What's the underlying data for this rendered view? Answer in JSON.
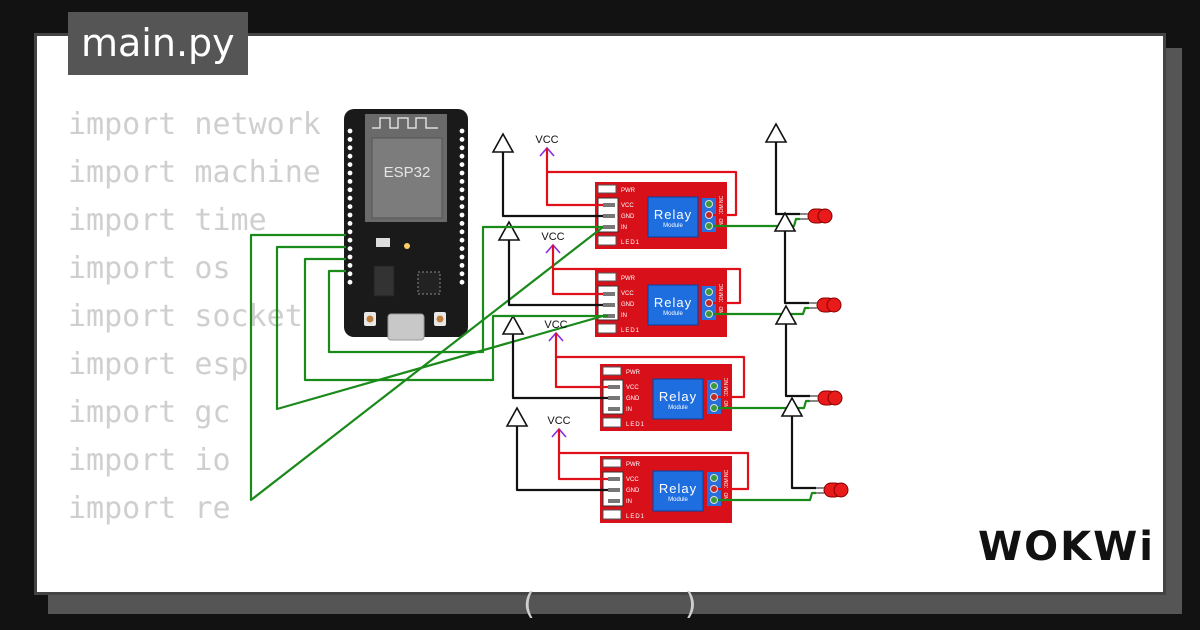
{
  "file_tab": "main.py",
  "code_lines": [
    "import network",
    "import machine",
    "import time",
    "import os",
    "import socket",
    "import esp",
    "import gc",
    "import io",
    "import re",
    "",
    "                         (        )"
  ],
  "esp32": {
    "label": "ESP32"
  },
  "relay": {
    "title": "Relay",
    "subtitle": "Module",
    "pin_pwr": "PWR",
    "pin_vcc": "VCC",
    "pin_gnd": "GND",
    "pin_in": "IN",
    "led_label": "LED1",
    "term_no": "NO",
    "term_com": "COM",
    "term_nc": "NC"
  },
  "vcc_label": "VCC",
  "brand": "WOKWi",
  "colors": {
    "relay_board": "#d8101a",
    "relay_block": "#1e6ee0",
    "wire_vcc": "#e0101a",
    "wire_signal": "#1a8a1a",
    "wire_gnd": "#111111",
    "vcc_symbol": "#8a2be2",
    "led_red": "#e81a1a",
    "esp32_board": "#1a1a1a"
  }
}
